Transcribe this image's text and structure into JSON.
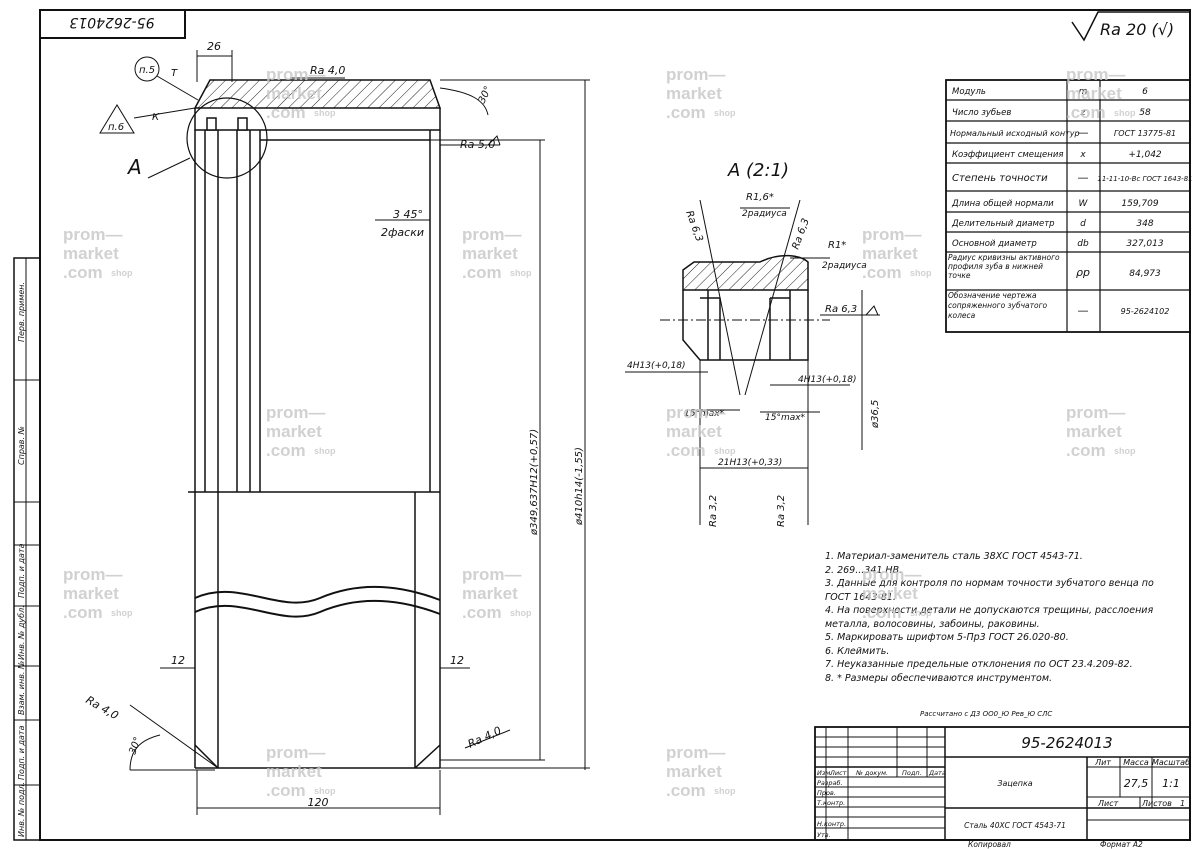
{
  "drawing_number": "95-2624013",
  "drawing_number_rotated": "95-2624013",
  "surface_finish_general": "Ra 20 (√)",
  "params_table": [
    {
      "name": "Модуль",
      "symbol": "m",
      "value": "6"
    },
    {
      "name": "Число зубьев",
      "symbol": "z",
      "value": "58"
    },
    {
      "name": "Нормальный исходный контур",
      "symbol": "—",
      "value": "ГОСТ 13775-81"
    },
    {
      "name": "Коэффициент смещения",
      "symbol": "x",
      "value": "+1,042"
    },
    {
      "name": "Степень точности",
      "symbol": "—",
      "value": "11-11-10-Bc ГОСТ 1643-81"
    },
    {
      "name": "Длина общей нормали",
      "symbol": "W",
      "value": "159,709"
    },
    {
      "name": "Делительный диаметр",
      "symbol": "d",
      "value": "348"
    },
    {
      "name": "Основной диаметр",
      "symbol": "db",
      "value": "327,013"
    },
    {
      "name": "Радиус кривизны активного профиля зуба в нижней точке",
      "symbol": "ρp",
      "value": "84,973"
    },
    {
      "name": "Обозначение чертежа сопряженного зубчатого колеса",
      "symbol": "—",
      "value": "95-2624102"
    }
  ],
  "view_label": "A",
  "detail_label": "A (2:1)",
  "dims": {
    "d26": "26",
    "d12l": "12",
    "d12r": "12",
    "d120": "120",
    "chamfer": "3 45°",
    "chamfer2": "2фаски",
    "dia_inner": "ø349,637H12(+0,57)",
    "dia_outer": "ø410h14(-1,55)",
    "angle30top": "30°",
    "angle30bot": "30°",
    "ra40top": "Ra 4,0",
    "ra50": "Ra 5,0",
    "ra40l": "Ra 4,0",
    "ra40r": "Ra 4,0",
    "n5": "п.5",
    "n6": "п.6",
    "letT": "Т",
    "letK": "К",
    "det_r16": "R1,6*",
    "det_2rad": "2радиуса",
    "det_r1": "R1*",
    "det_2rad2": "2радиуса",
    "det_ra63a": "Ra 6,3",
    "det_ra63b": "Ra 6,3",
    "det_ra63c": "Ra 6,3",
    "det_4h13a": "4H13(+0,18)",
    "det_4h13b": "4H13(+0,18)",
    "det_15a": "15°max*",
    "det_15b": "15°max*",
    "det_21h13": "21H13(+0,33)",
    "det_ra32a": "Ra 3,2",
    "det_ra32b": "Ra 3,2",
    "det_d365": "ø36,5"
  },
  "notes": [
    "1. Материал-заменитель сталь 38ХС ГОСТ 4543-71.",
    "2. 269...341 НВ.",
    "3. Данные для контроля по нормам точности зубчатого венца по ГОСТ 1643-81.",
    "4. На поверхности детали не допускаются трещины, расслоения металла, волосовины, забоины, раковины.",
    "5. Маркировать шрифтом 5-Пр3 ГОСТ 26.020-80.",
    "6. Клеймить.",
    "7. Неуказанные предельные отклонения по ОСТ 23.4.209-82.",
    "8. * Размеры обеспечиваются инструментом."
  ],
  "title_block": {
    "ref": "Рассчитано с Д3 ОО0_Ю       Рев_Ю       СЛС",
    "number": "95-2624013",
    "name": "Зацепка",
    "material": "Сталь 40ХС ГОСТ 4543-71",
    "lit_label": "Лит",
    "mass_label": "Масса",
    "scale_label": "Масштаб",
    "mass": "27,5",
    "scale": "1:1",
    "sheet_label": "Лист",
    "sheets_label": "Листов",
    "sheets": "1",
    "copied": "Копировал",
    "format": "Формат    А2",
    "rows": [
      "Изм.",
      "Лист",
      "№ докум.",
      "Подп.",
      "Дата"
    ],
    "roles": [
      "Разраб.",
      "Пров.",
      "Т.контр.",
      "",
      "Н.контр.",
      "Утв."
    ]
  },
  "side_stamps": [
    "Перв. примен.",
    "Справ. №",
    "Подп. и дата",
    "Инв. № дубл.",
    "Взам. инв. №",
    "Подп. и дата",
    "Инв. № подл."
  ],
  "watermark": {
    "line1": "prom—",
    "line2": "market",
    "line3": ".com",
    "shop": "shop"
  }
}
